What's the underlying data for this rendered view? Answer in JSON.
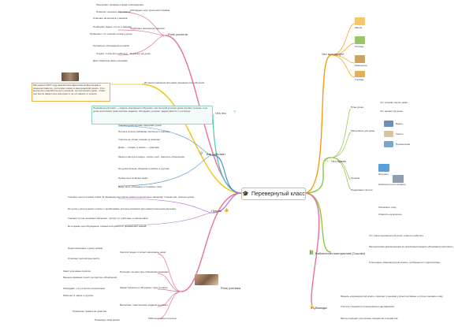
{
  "root": {
    "label": "Перевернутый класс",
    "icon": "mortarboard-icon"
  },
  "branches": {
    "roles_teacher": {
      "label": "Роль учителя",
      "items": [
        "Обсуждает тему простыми словами",
        "Подбирает материалы занятия",
        "Помогает на уроке"
      ],
      "leaves": [
        "Разъясняет примеры и ведёт рассуждения",
        "Помогает осознать содержание",
        "Отвечает на вопросы учеников",
        "Подбирает видео, тесты и задания",
        "Проверяет, что ученики готовы к уроку",
        "Организует обсуждения в классе",
        "Следит, чтобы все работали",
        "Даёт обратную связь ученикам"
      ]
    },
    "history": {
      "label": "История появления методики перевернутого обучения",
      "note": "Методика в 2007 году разработана Джонатаном Бергманом и Аароном Самсом, учителями химии в американской школе. Этот метод был разработан для учеников, пропустивших уроки, чтобы они могли наверстать материал и не отставали от класса.",
      "photo": "teachers-photo"
    },
    "what": {
      "label": "Что это",
      "text": "Перевернутый класс — модель смешанного обучения, при которой ученики дома изучают теорию, а на уроке выполняют практические задания, обсуждают, решают задачи вместе с учителем."
    },
    "how": {
      "label": "Как работает",
      "items": [
        "Ученики дома изучают материал урока",
        "Потом в классе разбирают вопросы и практику",
        "Учитель не читает лекцию, а помогает",
        "Дома — теория, в школе — практика",
        "Можно повторить видео, читать текст, смотреть объяснения",
        "На уроке больше общения и работы в группах",
        "Проще идти в своём темпе",
        "Всем легче обсуждать и понимать тему"
      ]
    },
    "plus": {
      "label": "Плюсы",
      "items": [
        "Ученики учатся в своём темпе. В перевернутом классе можно пересмотреть материал столько раз, сколько нужно.",
        "На уроке учитель может помочь с проблемами, которые возникли при самостоятельном изучении.",
        "Ученики лучше понимают материал, потому что работают с ним активно.",
        "Есть время для обсуждения, совместной работы и применения знаний."
      ]
    },
    "student": {
      "label": "Роль ученика",
      "items": [
        "Смотрит видео и читает материалы дома",
        "Приходит на урок уже с базовыми знаниями",
        "Задаёт вопросы и обсуждает тему в классе",
        "Выполняет практические задания и решает",
        "Работает самостоятельно"
      ],
      "leaves": [
        "Подготовленные к уроку записи",
        "Отмечает непонятные места",
        "Знает ключевые понятия",
        "Меньше времени тратит на простые объяснения",
        "Обсуждает, что осталось непонятным",
        "Работает в парах и группах",
        "Применяет знания на практике",
        "Планирует своё время"
      ]
    },
    "resources": {
      "label": "Что использует",
      "items": [
        "Школа",
        "Тетрадь",
        "Компьютер",
        "Учебник"
      ]
    },
    "stages": {
      "label": "Что нужно",
      "groups": [
        "План урока",
        "Материалы для дома",
        "Техника",
        "Поддержка учителя"
      ],
      "leaves": [
        "Что ученики изучат дома",
        "Что делают на уроке",
        "Видео",
        "Тексты",
        "Презентации",
        "Интернет",
        "Компьютер или телефон",
        "Объяснить тему",
        "Ответить на вопросы"
      ]
    },
    "library": {
      "label": "Библиотека материалов (Ссылки)",
      "items": [
        "Что такое перевернутый класс и как его работать",
        "Методические рекомендации по реализации модели «Перевернутый класс»",
        "О методике «Перевернутый класс»: особенности и перспективы"
      ]
    },
    "conclusion": {
      "label": "Выводы",
      "items": [
        "Модель «перевернутый класс» помогает ученикам учиться активнее и лучше понимать тему.",
        "Учитель становится помощником и наставником.",
        "Метод подходит для разных предметов и возрастов."
      ]
    }
  },
  "colors": {
    "accent_orange": "#f39c12",
    "green": "#8dc63f",
    "pink": "#e96f9c",
    "blue": "#4a90d9",
    "purple": "#b36ad6",
    "teal": "#48c9b0",
    "yellow": "#f1c40f"
  }
}
